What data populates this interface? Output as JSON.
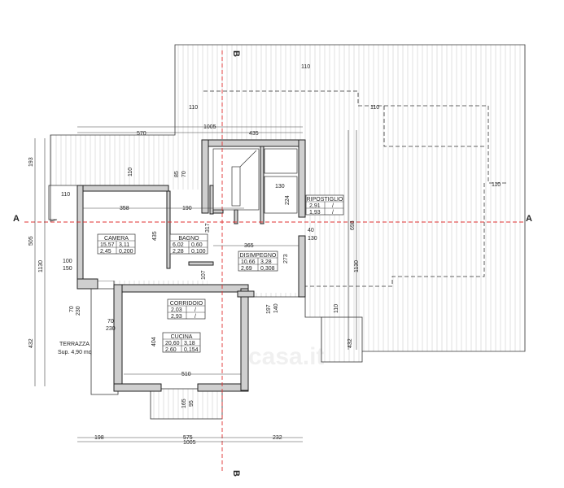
{
  "axes": {
    "a_left": "A",
    "a_right": "A",
    "b_top": "B",
    "b_bottom": "B"
  },
  "colors": {
    "section_line": "#e03030",
    "wall": "#cfcfcf"
  },
  "rooms": [
    {
      "name": "CAMERA",
      "r1": [
        "15,57",
        "3,11"
      ],
      "r2": [
        "2,45",
        "0,200"
      ]
    },
    {
      "name": "BAGNO",
      "r1": [
        "6,02",
        "0,60"
      ],
      "r2": [
        "2,28",
        "0,100"
      ]
    },
    {
      "name": "DISIMPEGNO",
      "r1": [
        "10,66",
        "3,28"
      ],
      "r2": [
        "2,69",
        "0,308"
      ]
    },
    {
      "name": "CORRIDOIO",
      "r1": [
        "2,03",
        "/"
      ],
      "r2": [
        "2,93",
        "/"
      ]
    },
    {
      "name": "CUCINA",
      "r1": [
        "20,60",
        "3,18"
      ],
      "r2": [
        "2,60",
        "0,154"
      ]
    },
    {
      "name": "RIPOSTIGLIO",
      "r1": [
        "2,91",
        "/"
      ],
      "r2": [
        "1,93",
        "/"
      ]
    }
  ],
  "terrace": {
    "name": "TERRAZZA",
    "area": "Sup. 4,90 mq"
  },
  "dims": {
    "top_total": "1005",
    "top_left": "570",
    "top_right": "435",
    "t110a": "110",
    "t110b": "110",
    "t110c": "110",
    "t110d": "110",
    "t110e": "110",
    "t110f": "110",
    "t110g": "110",
    "d193": "193",
    "d505": "505",
    "d1130_left": "1130",
    "d432_left": "432",
    "d358": "358",
    "d190": "190",
    "d435": "435",
    "d317": "317",
    "d365": "365",
    "d107": "107",
    "d273": "273",
    "d130": "130",
    "d224": "224",
    "d40": "40",
    "d130b": "130",
    "d85": "85",
    "d70": "70",
    "d100": "100",
    "d150": "150",
    "d70b": "70",
    "d230b": "230",
    "d70c": "70",
    "d230c": "230",
    "d197": "197",
    "d140": "140",
    "d404": "404",
    "d510": "510",
    "d165": "165",
    "d95": "95",
    "d698": "698",
    "d1130_right": "1130",
    "d432_right": "432",
    "bottom_198": "198",
    "bottom_575": "575",
    "bottom_232": "232",
    "bottom_total": "1005"
  },
  "watermark": "casa.it"
}
